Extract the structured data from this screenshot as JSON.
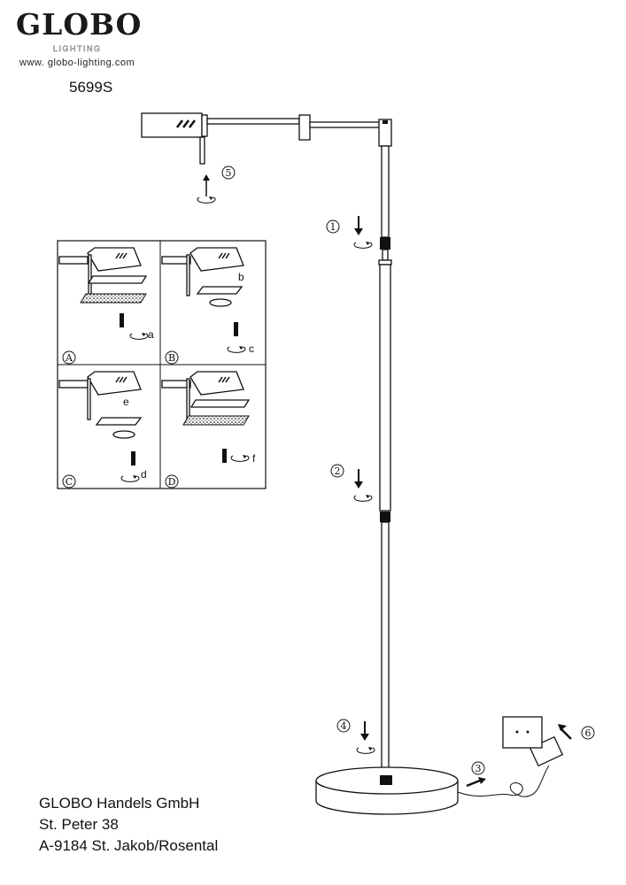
{
  "header": {
    "brand": "GLOBO",
    "brand_sub": "LIGHTING",
    "url": "www. globo-lighting.com",
    "model": "5699S"
  },
  "steps": [
    "1",
    "2",
    "3",
    "4",
    "5",
    "6"
  ],
  "panels": [
    {
      "id": "A",
      "sub": [
        "a"
      ]
    },
    {
      "id": "B",
      "sub": [
        "b",
        "c"
      ]
    },
    {
      "id": "C",
      "sub": [
        "e",
        "d"
      ]
    },
    {
      "id": "D",
      "sub": [
        "f"
      ]
    }
  ],
  "address": {
    "line1": "GLOBO Handels GmbH",
    "line2": "St. Peter 38",
    "line3": "A-9184 St. Jakob/Rosental"
  }
}
